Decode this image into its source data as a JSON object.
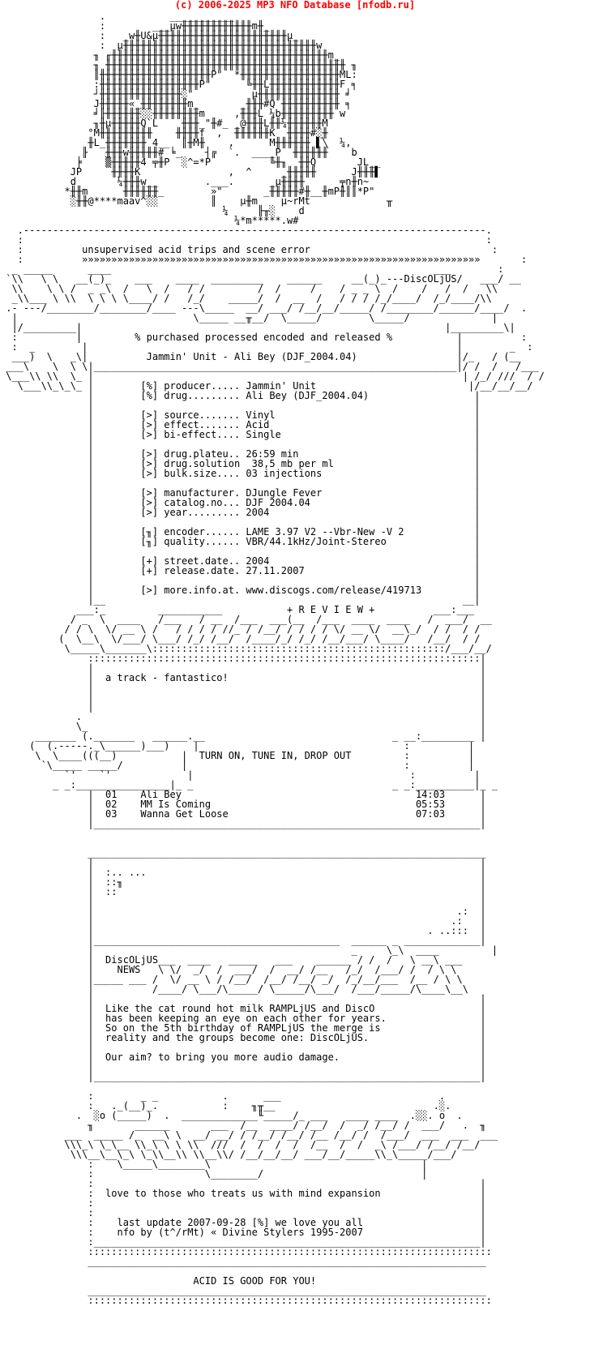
{
  "header": {
    "text": "(c) 2006-2025 MP3 NFO Database [nfodb.ru]",
    "color": "#ff0000"
  },
  "nfo": {
    "lines": [
      "                 .           ___________",
      "                 :        ___µw╫╫╫╫╫╫╫╫╫╫╫╫m╫_",
      "                 :   _w╫U&µ╫╫╫╫╫╫╫╫╫╫╫╫╫╫╫╫╫╫╫╫╫╫µ_",
      "                 :  µ╫╫╫╫╫╫╫╫╫╫╫╫╫╫╫╫╫╫╫╫╫╫╫╫╫╫╫╫╫╫╫╫╫w",
      "                ╖ ╓╫╫╫╫╫╫╫╫╫╫╫╫╫╫╫╫╫╫╫╫╫╫╫╫╫╫╫╫╫╫╫╫╫╫╫╫╫m_",
      "                ╖ ╫╫╫╫╫╫╫╫╫╫╫╫╫╫╫╫╫╫╫╫╫╫╫╫╫╫╫╫╫╫╫╫╫╫╫╫╫╫╫╫╫ ╖",
      "                ║╫╫╫╫╫╫╫╫╫╫╫╫╫╫╫╫╫╫╫P\"  *╫╫╫╫╫╫╫╫╫╫╫╫╫╫╫╫╫ML:",
      "                :╫╫╫╫╫╫╫╫╫╫╫╫╫╫╫╫╫P\"      ╚╫╫L╫╫╫╫╫╫╫╫╫╫╫╫F ╕",
      "                ┘╫╫╫╫╫╫╫╫╫╫╫╫╫╫░\"          µ╫╫╫╫╫╫╫╫╫╫╫╫╫╫ ╛",
      "                J╫╫╫╫╫«_╫╫╫╫╫╫╫╫m_       _╫╫╫#Q`╫╫╫╫╫╫╫╫╫╫ ╕",
      "                ╛╟╫╫╫╫╫╫░░╫╫╫╫╫╫╫╫m     ,╫╫╫L ¼b╫╫╫╫╫╫╫╫╫ w",
      "                ╖╫µ╫╫╫╫╫Q`L    ╫╫╫_\"╫#_ _@╫╫╫L╫╫¼╫╫╫╫╫╫M",
      "               °M╫╫╫╫╫╫╫╫╫    ╫╫╫╫f  ,  ╫╫╫╫╫╫K  ╫╫╫╫#░╫",
      "               ╫L_╫╫╫╫╫╫╫ 4__  ║╫M╫    ,      M╫╫╫╫╫╫ ▌╲  ¼,",
      "              ╟   ╫╫╫w╫╫╫╫╫# ╘_    ┤╔  `.  ____P  ╫╫╫╫╫╫    b",
      "             ╞    ▒╫╫╫╫╫4 ╤╫P  ░^=*P          ╚╫╖  ╫╫Q       JL__",
      "            JP     ╫╫╫╫K               ,  ^     _╫╫╫╫╫      J╫╫╫▌",
      "            d       ¼╫╫╫w__        .___.      _µ╫╫╫╫      ╤n╫n~",
      "           *╫╫m      ╫╫╫╫╫╫_        »\"       _╫╫╫╫╫#╫__╫mP╫║║*P\"",
      "            ░╫╫@****maav^░░         ║    µ╫m    µ~rMt             ╥",
      "                                      ¼     ╟╥░    d",
      "                                        ¼*m*****.w#",
      "   .-------------------------------------------------------------------------------.",
      "   :                                                                               :",
      "   :          unsupervised acid trips and scene error                               :",
      "   :          »»»»»»»»»»»»»»»»»»»»»»»»»»»»»»»»»»»»»»»»»»»»»»»»»»»»»»»»»»»»»»»»»»»»       :",
      "  _ _____      ____                                                       ___        :",
      " `\\\\   \\ \\   __(_)_    ___    ____  _________    ______     __(_)_---DiscOLjUS/   ___/ __ ",
      "  \\\\    \\ \\ /  _ _\\  /   \\  /   / /         /  /     /    / _ _ \\  /    /   /  /   \\\\",
      "  _\\\\___ \\ \\\\  \\ \\ \\ \\____/ /   /_/    _____/  /  __  /   / / / /_/____/  /_/____/\\\\",
      " .- ---/________/________/____ ---\\_____  __/ ___/ /__/__/_____/ /________/______/____/  .",
      "  |                              \\_____ __╥__/  \\_____/        \\_____/              |",
      "  |/_________|                                                              |_________\\|",
      "  :          |         % purchased processed encoded and released %           |          :",
      "  :  _        |                                                               |        _  :",
      "  ___)  \\   _\\|          Jammin' Unit - Ali Bey (DJF_2004.04)                 |/_   / (__",
      " ___\\    \\  \\ \\|______________________________________________________________|/ /  /   /___",
      " \\___\\\\ \\\\  \\_ |                                                               | /_/ ///  / /",
      "   \\___\\\\_\\_\\_ |        [%] producer..... Jammin' Unit                          |/__/__/__/",
      "               |        [%] drug......... Ali Bey (DJF_2004.04)                  |",
      "               |                                                                 |",
      "               |        [>] source....... Vinyl                                  |",
      "               |        [>] effect....... Acid                                   |",
      "               |        [>] bi-effect.... Single                                 |",
      "               |                                                                 |",
      "               |        [>] drug.plateu.. 26:59 min                              |",
      "               |        [>] drug.solution  38,5 mb per ml                        |",
      "               |        [>] bulk.size.... 03 injections                          |",
      "               |                                                                 |",
      "               |        [>] manufacturer. DJungle Fever                          |",
      "               |        [>] catalog.no... DJF 2004.04                            |",
      "               |        [>] year......... 2004                                   |",
      "               |                                                                 |",
      "               |        [╖] encoder...... LAME 3.97 V2 --Vbr-New -V 2            |",
      "               |        [╖] quality...... VBR/44.1kHz/Joint-Stereo               |",
      "               |                                                                 |",
      "               |        [+] street.date.. 2004                                   |",
      "               |        [+] release.date. 27.11.2007                             |",
      "               |                                                                 |",
      "               |        [>] more.info.at. www.discogs.com/release/419713         |",
      "               |__                                                             __|",
      "             ___:_         ___________           + R E V I E W +          ___:___",
      "            / _  \\  ____   /___   / __  /___  ___(__  /___  ____  ____   /  ___/  __",
      "           / / \\  \\/ __ \\ /   / / / / //_ / /__/ / / / / \\/ __ \\/  __\\_/  / /  / /",
      "          (  \\__\\  \\/___/ \\___/ /_/ /__/  /____/_/ /_/ /__/___/ \\____/   /__/  / /",
      "           \\_____\\_______\\::::::::::::::::::::::::::::::::::::::::::::::::::/___/__/",
      "               :::::::::::::::::::::::::::::::::::::::::::::::::::::::::::::::::::|",
      "               |                                                                  |",
      "               |  a track - fantastico!                                           |",
      "               |                                                                  |",
      "               |                                                                  |",
      "               |                                                                  |",
      "             .                                                                    |",
      "             \\_                                                                   |",
      "      _______ (._______   ______.__                                _ __:_________ |",
      "     (  (.-----._\\______)___)    |                                   :          |",
      "      \\  \\____(((__)           |  TURN ON, TUNE IN, DROP OUT         :          |",
      "       `\\_____ _____/          |                                     :          |",
      "           `'    `'             |                                     :          |",
      "         _ _:________________|_ _                                  _ _:__________|_ _",
      "               |  01    Ali Bey                                        14:03      |",
      "               |  02    MM Is Coming                                   05:53      |",
      "               |  03    Wanna Get Loose                                07:03      |",
      "               |__________________________________________________________________|",
      "",
      "",
      "               ____________________________________________________________________",
      "               |                                                                  |",
      "               |  :.. ...                                                         |",
      "               |  ::╖                                                             |",
      "               |  ::                                                              |",
      "               |                                                                  |",
      "               |                                                              .:  |",
      "               |                                                             .:   |",
      "               |                                                         . ..:::  |",
      "               |__________________________________________  ______ _ _____________|",
      "               |                                            _     \\_\\  ____         |",
      "               |  DiscOLjUS___  ____   _____   ___    ______ / /  /   \\ __\\ ___",
      "               |    NEWS   \\ \\/  _/  /  ___/  /  __/ /__   /_/  /___/ /  / \\ \\",
      "               |_____ ___ /  \\/ __ \\ / /__/  /__/ /__/ _/  /_/__/___  /__ / \\ \\",
      "               |          /____/ \\___/\\_____/ \\_____/\\___/  /___/_____/\\____\\__\\",
      "               |                                                                  |",
      "               |  Like the cat round hot milk RAMPLjUS and DiscO                  |",
      "               |  has been keeping an eye on each other for years.                |",
      "               |  So on the 5th birthday of RAMPLjUS the merge is                 |",
      "               |  reality and the groups become one: DiscOLjUS.                   |",
      "               |                                                                  |",
      "               |  Our aim? to bring you more audio damage.                        |",
      "               |                                                                  |",
      "               |__________________________________________________________________|",
      "",
      "               :        _ _           .      ___                           .",
      "               :   ._(__)_.           :    ╖╥__                           .░.",
      "             .  ░o (_____)  .  _____________╙_____/_ ___   ____ ____  .░░. o  .",
      "               ╖       ______       ___  /__  ____/ /__/  /  _/ /__/ /  ___/   .  ╖",
      "           ___  _____ /_  __\\ \\  __/ __/ / /__/ /__/ /__ /__/ /  /___/  ___  ___  ___",
      "           \\\\\\_\\ \\_\\__ \\\\_\\ \\ \\ \\\\  ///  /  /  /  /  /__  /  /  _\\ /___/ /__/ /__/",
      "            \\\\\\__\\__\\_\\ \\_\\\\__\\\\ \\\\__\\\\/ /__/__/__/ ___/__/_____\\\\_\\_____/___/",
      "               :    \\_____\\________\\                                    |",
      "               :                   \\________/                           |",
      "               :                                                                  |",
      "               :  love to those who treats us with mind expansion                 |",
      "               :                                                                  |",
      "               :                                                                  |",
      "               :    last update 2007-09-28 [%] we love you all                    |",
      "               :    nfo by (t^/rMt) « Divine Stylers 1995-2007                    |",
      "               :__________________________________________________________________|",
      "               :::::::::::::::::::::::::::::::::::::::::::::::::::::::::::::::::::::",
      "               ____________________________________________________________________",
      "",
      "                                 ACID IS GOOD FOR YOU!",
      "               ____________________________________________________________________",
      "               :::::::::::::::::::::::::::::::::::::::::::::::::::::::::::::::::::::"
    ]
  }
}
